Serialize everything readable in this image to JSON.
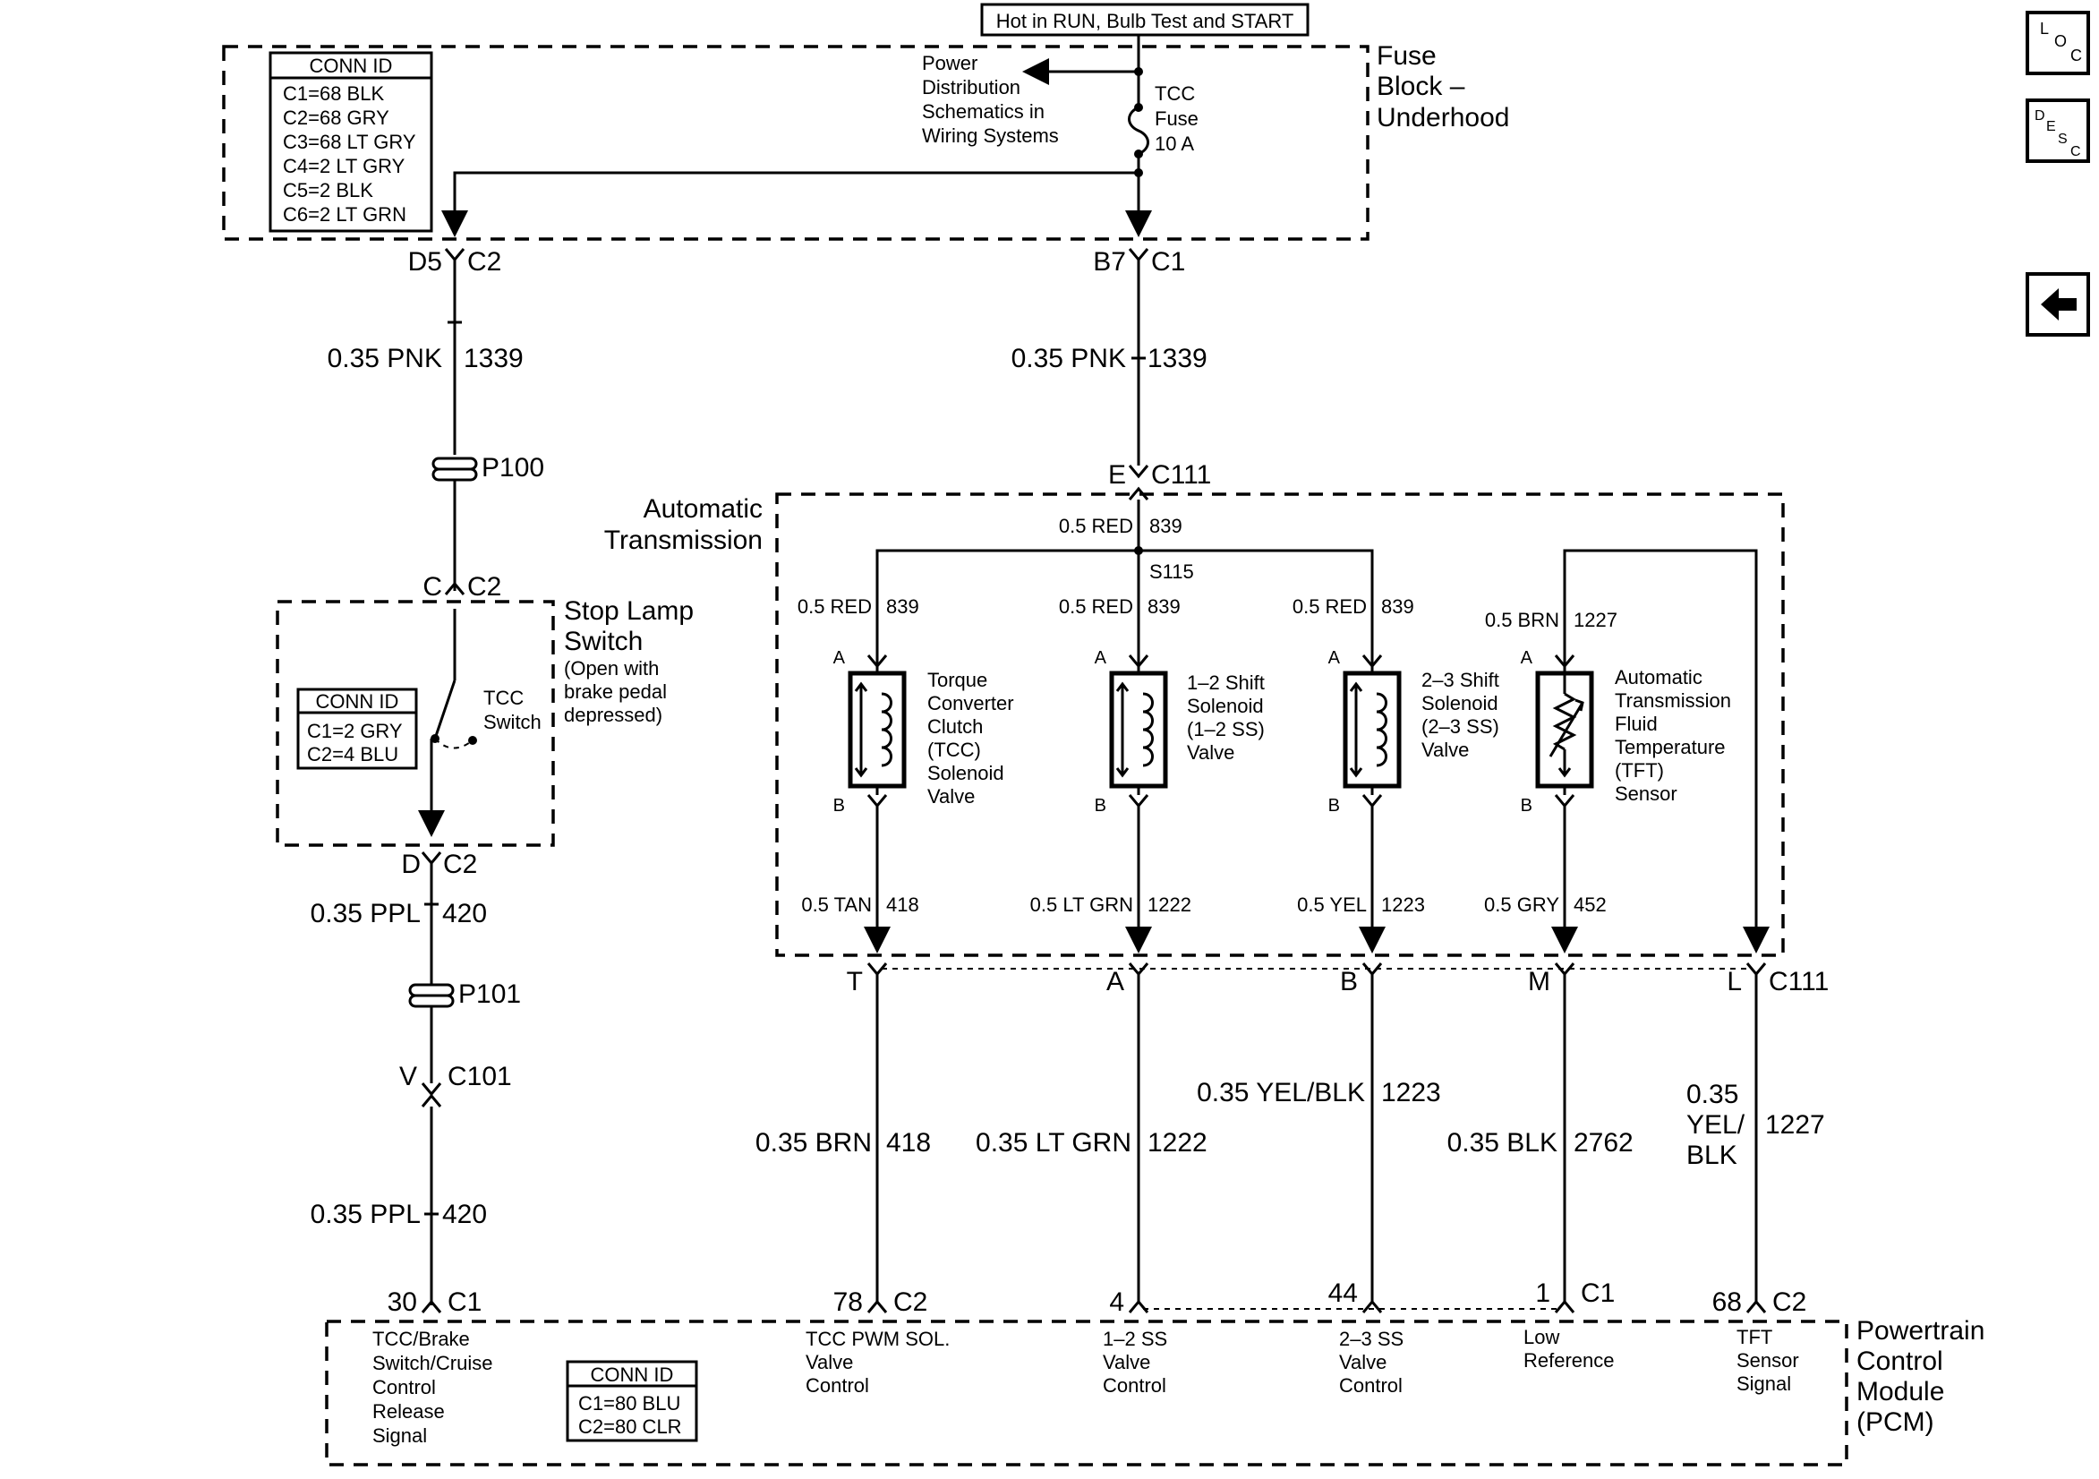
{
  "header_box": "Hot in RUN, Bulb Test and START",
  "fuse_block": {
    "title": [
      "Fuse",
      "Block –",
      "Underhood"
    ],
    "conn_id_title": "CONN ID",
    "conn_ids": [
      "C1=68 BLK",
      "C2=68 GRY",
      "C3=68 LT GRY",
      "C4=2 LT GRY",
      "C5=2 BLK",
      "C6=2 LT GRN"
    ],
    "power_dist": [
      "Power",
      "Distribution",
      "Schematics in",
      "Wiring Systems"
    ],
    "fuse": [
      "TCC",
      "Fuse",
      "10 A"
    ]
  },
  "connectors": {
    "d5": "D5",
    "c2a": "C2",
    "b7": "B7",
    "c1a": "C1",
    "p100": "P100",
    "c_pin": "C",
    "c2b": "C2",
    "d_pin": "D",
    "c2c": "C2",
    "p101": "P101",
    "v_pin": "V",
    "c101": "C101",
    "e_pin": "E",
    "c111a": "C111",
    "t_pin": "T",
    "a_pin": "A",
    "b_pin": "B",
    "m_pin": "M",
    "l_pin": "L",
    "c111b": "C111",
    "p30": "30",
    "c1b": "C1",
    "p78": "78",
    "c2d": "C2",
    "p4": "4",
    "p44": "44",
    "p1": "1",
    "c1c": "C1",
    "p68": "68",
    "c2e": "C2"
  },
  "wires": {
    "pnk_left": [
      "0.35 PNK",
      "1339"
    ],
    "pnk_right": [
      "0.35 PNK",
      "1339"
    ],
    "ppl_top": [
      "0.35 PPL",
      "420"
    ],
    "ppl_bottom": [
      "0.35 PPL",
      "420"
    ],
    "red_main": [
      "0.5 RED",
      "839"
    ],
    "s115": "S115",
    "red_tcc": [
      "0.5 RED",
      "839"
    ],
    "red_12": [
      "0.5 RED",
      "839"
    ],
    "red_23": [
      "0.5 RED",
      "839"
    ],
    "brn_1227": [
      "0.5 BRN",
      "1227"
    ],
    "tan_418": [
      "0.5 TAN",
      "418"
    ],
    "ltgrn_1222": [
      "0.5 LT GRN",
      "1222"
    ],
    "yel_1223": [
      "0.5 YEL",
      "1223"
    ],
    "gry_452": [
      "0.5 GRY",
      "452"
    ],
    "brn_418": [
      "0.35 BRN",
      "418"
    ],
    "ltgrn_big": [
      "0.35 LT GRN",
      "1222"
    ],
    "yelblk_1223": [
      "0.35 YEL/BLK",
      "1223"
    ],
    "blk_2762": [
      "0.35 BLK",
      "2762"
    ],
    "yelblk_1227": [
      "0.35",
      "YEL/",
      "BLK",
      "1227"
    ]
  },
  "stop_lamp": {
    "title": [
      "Stop Lamp",
      "Switch"
    ],
    "note": [
      "(Open with",
      "brake pedal",
      "depressed)"
    ],
    "conn_id_title": "CONN ID",
    "conn_ids": [
      "C1=2 GRY",
      "C2=4 BLU"
    ],
    "switch_label": [
      "TCC",
      "Switch"
    ]
  },
  "transmission": {
    "title": [
      "Automatic",
      "Transmission"
    ],
    "pin_a": "A",
    "pin_b": "B",
    "tcc_sol": [
      "Torque",
      "Converter",
      "Clutch",
      "(TCC)",
      "Solenoid",
      "Valve"
    ],
    "ss12": [
      "1–2 Shift",
      "Solenoid",
      "(1–2 SS)",
      "Valve"
    ],
    "ss23": [
      "2–3 Shift",
      "Solenoid",
      "(2–3 SS)",
      "Valve"
    ],
    "tft": [
      "Automatic",
      "Transmission",
      "Fluid",
      "Temperature",
      "(TFT)",
      "Sensor"
    ]
  },
  "pcm": {
    "title": [
      "Powertrain",
      "Control",
      "Module",
      "(PCM)"
    ],
    "conn_id_title": "CONN ID",
    "conn_ids": [
      "C1=80 BLU",
      "C2=80 CLR"
    ],
    "circuits": {
      "tcc_brake": [
        "TCC/Brake",
        "Switch/Cruise",
        "Control",
        "Release",
        "Signal"
      ],
      "tcc_pwm": [
        "TCC PWM SOL.",
        "Valve",
        "Control"
      ],
      "ss12": [
        "1–2 SS",
        "Valve",
        "Control"
      ],
      "ss23": [
        "2–3 SS",
        "Valve",
        "Control"
      ],
      "low_ref": [
        "Low",
        "Reference"
      ],
      "tft": [
        "TFT",
        "Sensor",
        "Signal"
      ]
    }
  },
  "nav": {
    "loc_icon": "loc-icon",
    "desc_icon": "desc-icon",
    "back_icon": "back-arrow-icon"
  }
}
